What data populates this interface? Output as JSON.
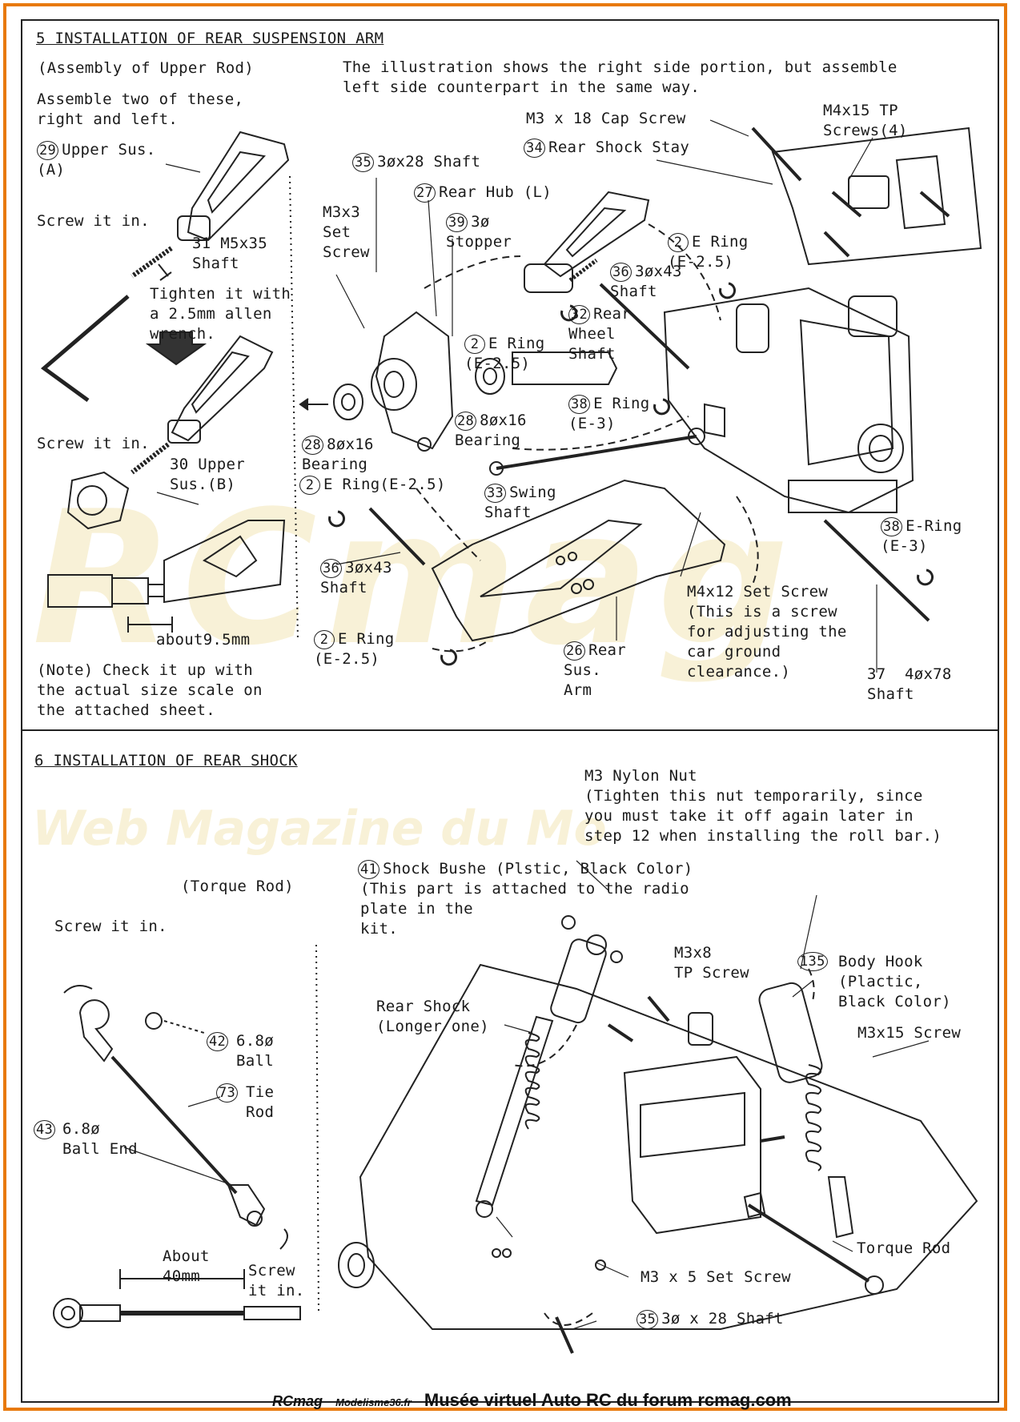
{
  "watermark": {
    "brand": "RCmag",
    "tagline": "Web Magazine du Mo"
  },
  "section5": {
    "title": "5 INSTALLATION OF REAR SUSPENSION ARM",
    "subtitle": "(Assembly of Upper Rod)",
    "assemble_note": "Assemble two of these,\nright and left.",
    "illustration_note": "The illustration shows the right side portion, but assemble\nleft side counterpart in the same way.",
    "screw_in_1": "Screw it in.",
    "screw_in_2": "Screw it in.",
    "tighten": "Tighten it with\na 2.5mm allen\nwrench.",
    "about": "about9.5mm",
    "note": "(Note) Check it up with\nthe actual size scale on\nthe attached sheet.",
    "parts": [
      {
        "num": "29",
        "label": "Upper Sus.\n(A)"
      },
      {
        "num": "31",
        "label": "M5x35\nShaft"
      },
      {
        "num": "30",
        "label": "Upper\nSus.(B)"
      },
      {
        "num": "35",
        "label": "3øx28 Shaft"
      },
      {
        "num": "27",
        "label": "Rear Hub (L)"
      },
      {
        "num": "39",
        "label": "3ø\nStopper"
      },
      {
        "num": "",
        "label": "M3x3\nSet\nScrew"
      },
      {
        "num": "",
        "label": "M3 x 18 Cap Screw"
      },
      {
        "num": "34",
        "label": "Rear Shock Stay"
      },
      {
        "num": "",
        "label": "M4x15 TP\nScrews(4)"
      },
      {
        "num": "2",
        "label": "E Ring\n(E-2.5)"
      },
      {
        "num": "36",
        "label": "3øx43\nShaft"
      },
      {
        "num": "32",
        "label": "Rear\nWheel\nShaft"
      },
      {
        "num": "2",
        "label": "E Ring\n(E-2.5)"
      },
      {
        "num": "38",
        "label": "E Ring\n(E-3)"
      },
      {
        "num": "28",
        "label": "8øx16\nBearing"
      },
      {
        "num": "28",
        "label": "8øx16\nBearing"
      },
      {
        "num": "2",
        "label": "E Ring(E-2.5)"
      },
      {
        "num": "33",
        "label": "Swing\nShaft"
      },
      {
        "num": "36",
        "label": "3øx43\nShaft"
      },
      {
        "num": "38",
        "label": "E-Ring\n(E-3)"
      },
      {
        "num": "",
        "label": "M4x12 Set Screw\n(This is a screw\nfor adjusting the\ncar ground\nclearance.)"
      },
      {
        "num": "2",
        "label": "E Ring\n(E-2.5)"
      },
      {
        "num": "26",
        "label": "Rear\nSus.\nArm"
      },
      {
        "num": "37",
        "label": "4øx78\nShaft"
      }
    ]
  },
  "section6": {
    "title": "6 INSTALLATION OF REAR SHOCK",
    "torque_rod_title": "(Torque Rod)",
    "screw_in_1": "Screw it in.",
    "screw_in_2": "Screw\nit in.",
    "about": "About\n40mm",
    "nylon_nut": "M3 Nylon Nut\n(Tighten this nut temporarily, since\nyou must take it off again later in\nstep 12 when installing the roll bar.)",
    "shock_bushe": "Shock Bushe (Plstic, Black Color)",
    "shock_bushe_num": "41",
    "shock_bushe_note": "(This part is attached to the radio\nplate in the\nkit.",
    "rear_shock": "Rear Shock\n(Longer one)",
    "tp_screw": "M3x8\nTP Screw",
    "body_hook_num": "135",
    "body_hook": "Body Hook\n(Plactic,\nBlack Color)",
    "m3x15": "M3x15 Screw",
    "torque_rod": "Torque Rod",
    "set_screw": "M3 x 5 Set Screw",
    "shaft_num": "35",
    "shaft": "3ø x 28 Shaft",
    "ball_num": "42",
    "ball": "6.8ø\nBall",
    "tie_num": "73",
    "tie": "Tie\nRod",
    "ballend_num": "43",
    "ballend": "6.8ø\nBall End"
  },
  "footer": {
    "brand": "RCmag",
    "brand_sub": "Modelisme36.fr",
    "text": "Musée virtuel Auto RC du forum rcmag.com"
  }
}
